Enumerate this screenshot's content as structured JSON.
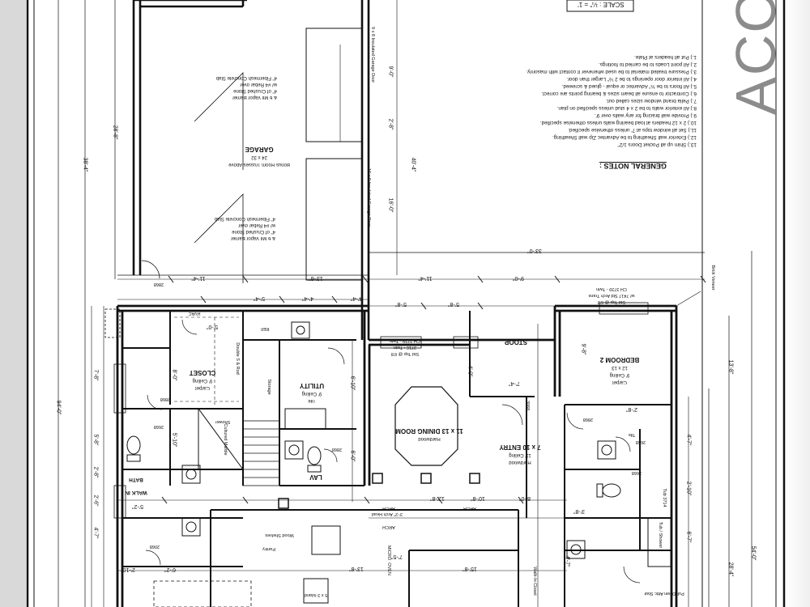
{
  "sheet": {
    "title_fragment": "ACC",
    "scale": "SCALE : ¼\" = 1'"
  },
  "general_notes": {
    "title": "GENERAL NOTES :",
    "items": [
      "1.) Put all headers at Plate.",
      "2.) All point Loads to be carried to footings.",
      "3.) Pressure treated material to be used whenever it contact with masonry.",
      "4.) All interior door openings to be 2 ½\" Larger than door.",
      "5.) All floors to be ¾\" Advantec or equal  -  glued & screwed.",
      "6.) Contractor to ensure all beam sizes & bearing points are correct.",
      "7.) Pella brand window sizes called out.",
      "8.) All exterior walls to be 2 x 4 stud unless specified on plan.",
      "9.) Provide wall bracing for any walls over 9'.",
      "10.) 2 x 12 headers at load bearing walls unless otherwise specified.",
      "11.) Set all window tops at 7' unless otherwise specified.",
      "12.) Exterior wall Sheathing to be Advantec Zip wall Sheathing.",
      "13.) Shim up all Pocket Doors 1/2\""
    ]
  },
  "rooms": {
    "garage": {
      "name": "GARAGE",
      "size": "24 x 32",
      "note": "Bonus Room Trusses Above"
    },
    "slab_note_1": [
      "4\" Fibermesh Concrete Slab",
      "w/ #4 Rebar over",
      "4\" of Crushed Stone",
      "& 6 Mil Vapor Barrier"
    ],
    "slab_note_2": [
      "4\" Fibermesh Concrete Slab",
      "w/ #4 Rebar over",
      "4\" of Crushed Stone",
      "& 6 Mil Vapor Barrier"
    ],
    "garage_door_1": "9 x 8 Insulated Garage Door",
    "garage_door_2": "16 x 8 Insulated Garage Door",
    "closet": {
      "name": "CLOSET",
      "ceiling": "9' Ceiling",
      "floor": "Carpet"
    },
    "utility": {
      "name": "UTILITY",
      "ceiling": "9' Ceiling",
      "floor": "Tile"
    },
    "dining": {
      "name": "DINING ROOM",
      "size": "11 x 13",
      "floor": "Hardwood"
    },
    "entry": {
      "name": "ENTRY",
      "size": "7 x 10",
      "ceiling": "11' Ceiling",
      "floor": "Hardwood"
    },
    "stoop": {
      "name": "STOOP"
    },
    "bedroom2": {
      "name": "BEDROOM 2",
      "size": "12 x 13",
      "ceiling": "9' Ceiling",
      "floor": "Carpet"
    },
    "lav": {
      "name": "LAV"
    },
    "bath": {
      "name": "BATH"
    },
    "walk_in": {
      "name": "WALK IN"
    },
    "pantry": {
      "name": "Pantry"
    },
    "storage": {
      "name": "Storage"
    },
    "ref": {
      "name": "REF"
    },
    "hvac": {
      "name": "HVAC"
    },
    "shower": {
      "name": "Shower"
    },
    "tub_shower": {
      "name": "Tub / Shower"
    }
  },
  "dimensions": {
    "top_row": [
      "11'-4\"",
      "13'-8\"",
      "11'-4\"",
      "9'-0\"",
      "5'-8\""
    ],
    "row2": [
      "5'-4\"",
      "4'-4\"",
      "5'-8\"",
      "4'-4\""
    ],
    "overall_right": [
      "54'-0\"",
      "28'-4\"",
      "13'-8\""
    ],
    "overall_left": [
      "94'-0\"",
      "38'-4\"",
      "28'-8\""
    ],
    "bottom_row": [
      "12'-8\"",
      "10'-8\"",
      "8'-0\"",
      "13'-8\"",
      "15'-8\"",
      "7'-5\""
    ],
    "garage_interior": [
      "33'-0\"",
      "16'-0\"",
      "9'-0\"",
      "40'-4\"",
      "2'-8\""
    ],
    "misc_left": [
      "7'-8\"",
      "5'-8\"",
      "2'-8\"",
      "4'-7\"",
      "2'-10\"",
      "2'-6\"",
      "5'-2\""
    ],
    "misc_mid": [
      "8'-0\"",
      "6'-10\"",
      "5'-10\"",
      "4'-0\"",
      "6'-0\"",
      "5'-0\"",
      "6'-2\""
    ],
    "misc_right": [
      "4'-7\"",
      "6'-7\"",
      "2'-10\"",
      "4'-7\"",
      "3'-8\"",
      "2'-8\"",
      "9'-8\"",
      "7'-4\""
    ]
  },
  "labels": {
    "windows": [
      "CH 3739 - Twin",
      "3716 - Twin",
      "Std Top @ 6'8",
      "CH 3739 - Twin",
      "w/ 7417 Std Arch Trans",
      "Std Top @ 6'8"
    ],
    "doors": [
      "2868",
      "2868",
      "2668",
      "2868",
      "2668",
      "2668",
      "2868",
      "2068",
      "3068"
    ],
    "brick": "Brick Veneer",
    "arch": [
      "ARCH",
      "ARCH",
      "ARCH"
    ],
    "arch_note": "3'-2\" Arch Head",
    "micro": "MICRO",
    "oven": "OVEN",
    "wood_shelves": "Wood Shelves",
    "coat_marble": "Cultured Marble",
    "tub_size": "5 x 3 Island",
    "walk_in_closet": "Walk-In Closet",
    "attic_access": "Pull Down Attic Stair",
    "double_s_rod": "Double S & Rod",
    "tile": "Tile",
    "tub_model": "Tub 3714"
  }
}
